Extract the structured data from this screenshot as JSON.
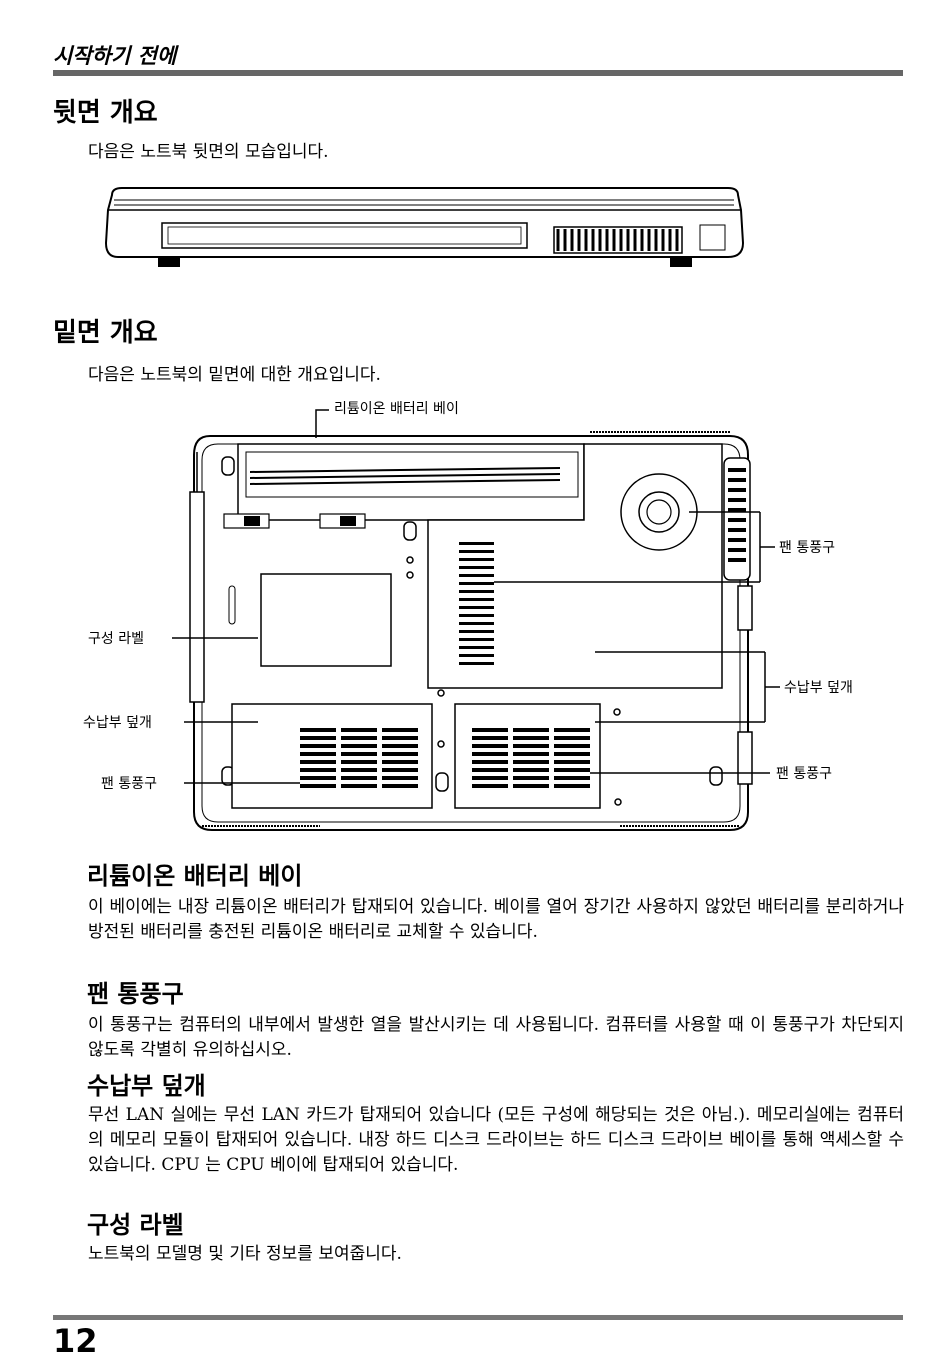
{
  "header": {
    "title": "시작하기 전에"
  },
  "rear_view": {
    "heading": "뒷면 개요",
    "intro": "다음은 노트북 뒷면의 모습입니다."
  },
  "bottom_view": {
    "heading": "밑면 개요",
    "intro": "다음은 노트북의 밑면에 대한 개요입니다.",
    "callouts": {
      "battery_bay": "리튬이온 배터리 베이",
      "fan_vent_upper": "팬 통풍구",
      "config_label": "구성 라벨",
      "compartment_cover_right": "수납부 덮개",
      "compartment_cover_left": "수납부 덮개",
      "fan_vent_right": "팬 통풍구",
      "fan_vent_left": "팬 통풍구"
    }
  },
  "sections": [
    {
      "title": "리튬이온 배터리 베이",
      "text": "이 베이에는 내장 리튬이온 배터리가 탑재되어 있습니다. 베이를 열어 장기간 사용하지 않았던 배터리를 분리하거나 방전된 배터리를 충전된 리튬이온 배터리로 교체할 수 있습니다."
    },
    {
      "title": "팬 통풍구",
      "text": "이 통풍구는 컴퓨터의 내부에서 발생한 열을 발산시키는 데 사용됩니다. 컴퓨터를 사용할 때 이 통풍구가 차단되지 않도록 각별히 유의하십시오."
    },
    {
      "title": "수납부 덮개",
      "text": "무선 LAN 실에는 무선 LAN 카드가 탑재되어 있습니다 (모든 구성에 해당되는 것은 아님.). 메모리실에는 컴퓨터의 메모리 모듈이 탑재되어 있습니다. 내장 하드 디스크 드라이브는 하드 디스크 드라이브 베이를 통해 액세스할 수 있습니다. CPU 는 CPU 베이에 탑재되어 있습니다."
    },
    {
      "title": "구성 라벨",
      "text": "노트북의 모델명 및 기타 정보를 보여줍니다."
    }
  ],
  "footer": {
    "page_number": "12"
  }
}
